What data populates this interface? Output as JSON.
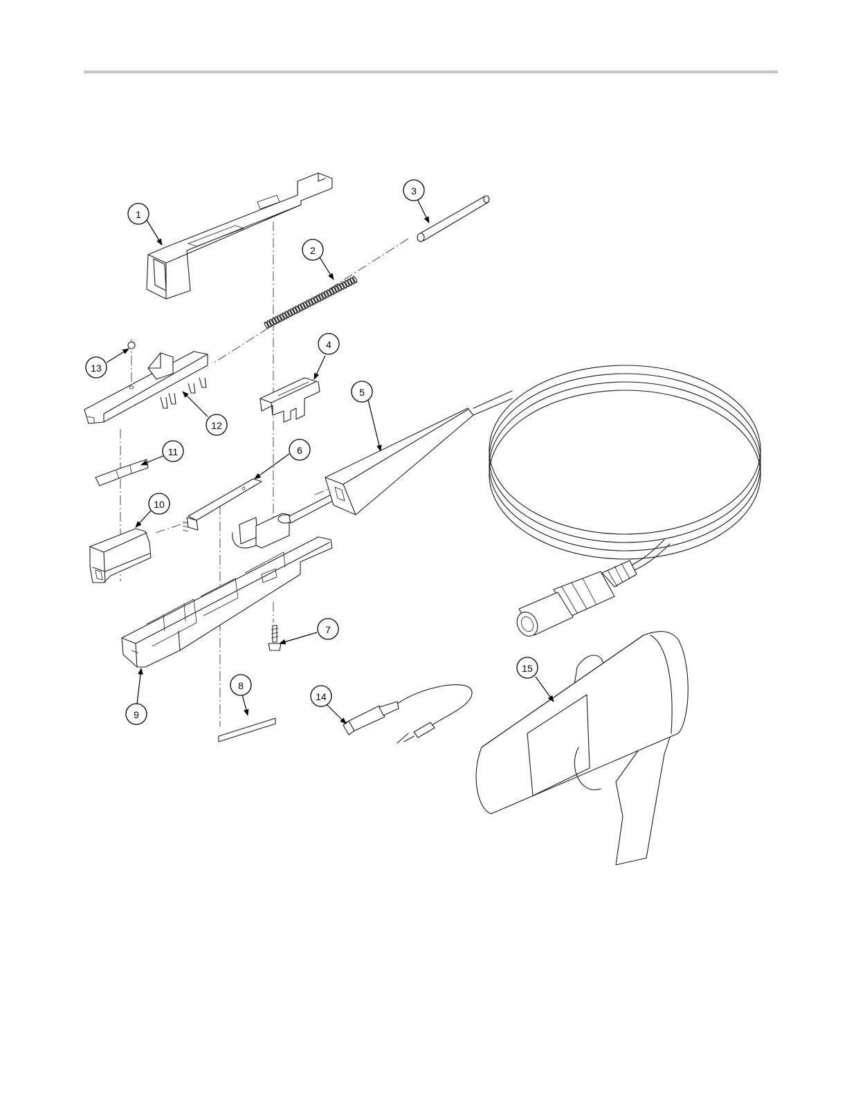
{
  "diagram": {
    "type": "exploded-parts-view",
    "callouts": [
      "1",
      "2",
      "3",
      "4",
      "5",
      "6",
      "7",
      "8",
      "9",
      "10",
      "11",
      "12",
      "13",
      "14",
      "15"
    ]
  }
}
